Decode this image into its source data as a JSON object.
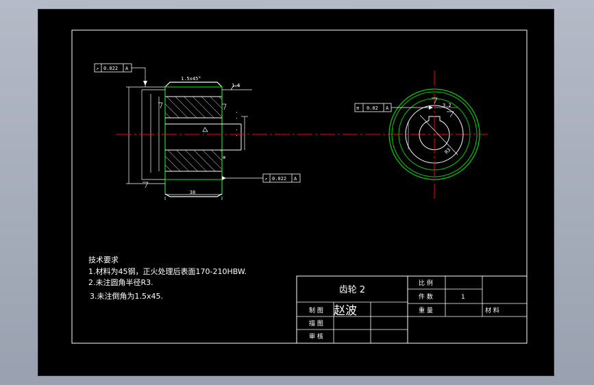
{
  "colors": {
    "background": "#000000",
    "outline": "#ffffff",
    "gear_profile": "#00c800",
    "center_line": "#ff0000",
    "dimension": "#ffffff",
    "hatch": "#ffffff"
  },
  "tech_requirements": {
    "heading": "技术要求",
    "items": [
      "1.材料为45钢，正火处理后表面170-210HBW.",
      "2.未注圆角半径R3.",
      "3.未注倒角为1.5x45."
    ]
  },
  "title_block": {
    "part_name": "齿轮 2",
    "scale_label": "比 例",
    "scale_value": "",
    "pieces_label": "件 数",
    "pieces_value": "1",
    "weight_label": "重 量",
    "weight_value": "",
    "material_label": "材 料",
    "material_value": "",
    "drawn_label": "制 图",
    "drawn_value": "赵波",
    "checked_label": "描 图",
    "checked_value": "",
    "approved_label": "审 核",
    "approved_value": ""
  },
  "front_view": {
    "chamfer_label": "1.5x45°",
    "roughness_label": "1.6",
    "runout_tolerance_top": "0.022",
    "runout_datum_top": "A",
    "runout_tolerance_bottom": "0.022",
    "runout_datum_bottom": "A",
    "width_dim": "38"
  },
  "side_view": {
    "symmetry_tolerance": "0.02",
    "symmetry_datum": "A",
    "keyway_label": "3.2",
    "fillet_label": "R3"
  }
}
